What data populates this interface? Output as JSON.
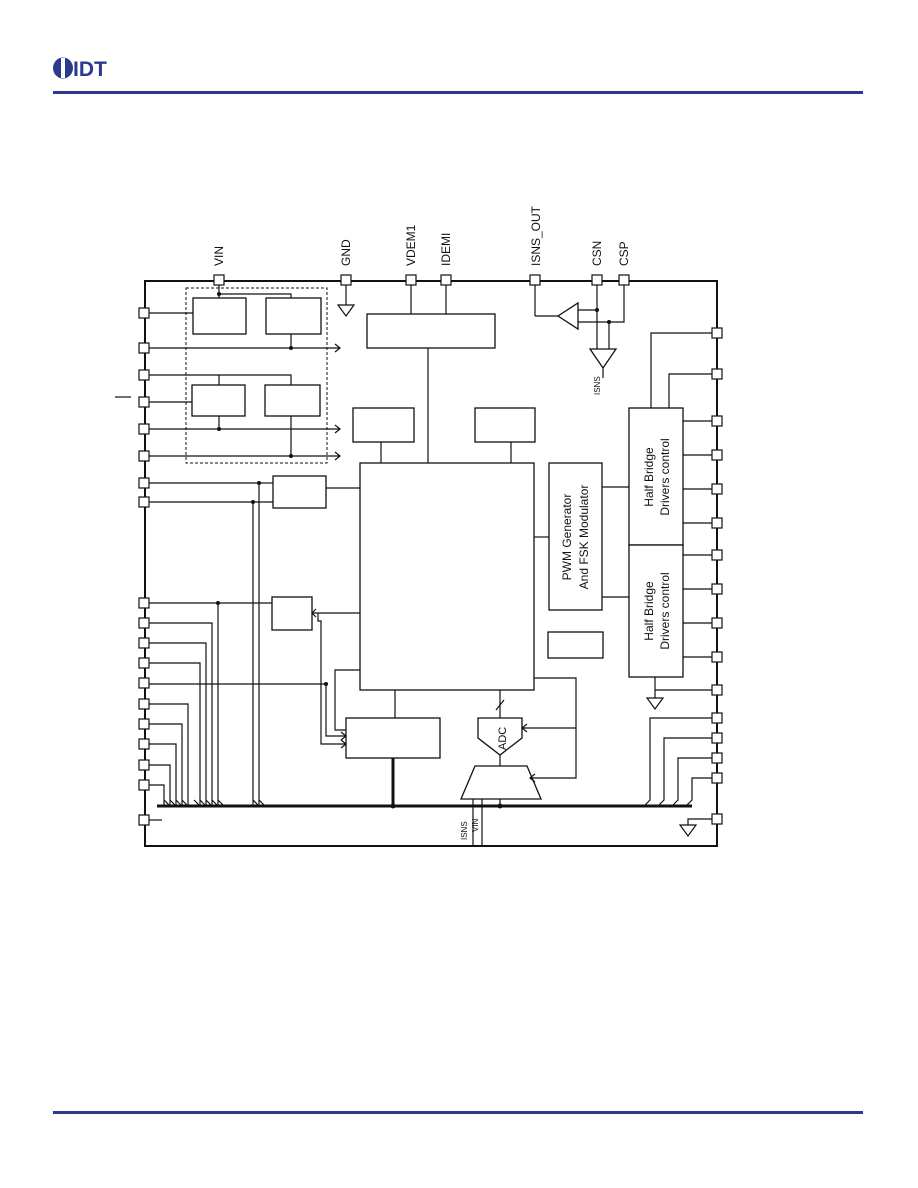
{
  "header": {
    "logo_text": "IDT",
    "brand_color": "#2b3a8f"
  },
  "diagram": {
    "top_pins": {
      "vin": "VIN",
      "gnd": "GND",
      "vdem1": "VDEM1",
      "idemi": "IDEMI",
      "isns_out": "ISNS_OUT",
      "csn": "CSN",
      "csp": "CSP"
    },
    "blocks": {
      "pwm_line1": "PWM Generator",
      "pwm_line2": "And FSK Modulator",
      "hb1_line1": "Half Bridge",
      "hb1_line2": "Drivers control",
      "hb2_line1": "Half Bridge",
      "hb2_line2": "Drivers control",
      "adc": "ADC"
    },
    "signals": {
      "isns_amp": "ISNS",
      "mux_in1": "ISNS",
      "mux_in2": "VIN"
    }
  }
}
